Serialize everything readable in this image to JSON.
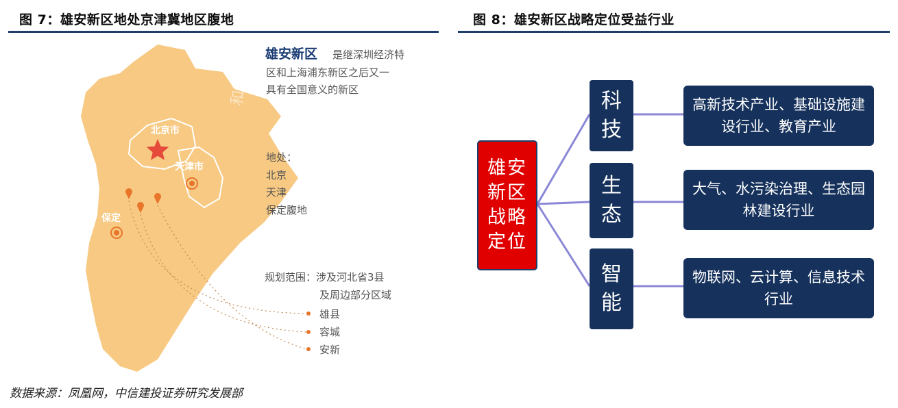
{
  "fig7": {
    "title": "图 7：雄安新区地处京津冀地区腹地",
    "map": {
      "headline": "雄安新区",
      "desc": [
        "是继深圳经济特",
        "区和上海浦东新区之后又一",
        "具有全国意义的新区"
      ],
      "watermark": "和讯",
      "cities": {
        "beijing": "北京市",
        "tianjin": "天津市",
        "baoding": "保定"
      },
      "location": [
        "地处：",
        "北京",
        "天津",
        "保定腹地"
      ],
      "scope": [
        "规划范围：涉及河北省3县",
        "及周边部分区域"
      ],
      "counties": [
        "雄县",
        "容城",
        "安新"
      ]
    }
  },
  "fig8": {
    "title": "图 8：雄安新区战略定位受益行业",
    "center": "雄安新区战略定位",
    "branches": [
      {
        "label": "科技",
        "detail": "高新技术产业、基础设施建设行业、教育产业"
      },
      {
        "label": "生态",
        "detail": "大气、水污染治理、生态园林建设行业"
      },
      {
        "label": "智能",
        "detail": "物联网、云计算、信息技术行业"
      }
    ]
  },
  "source": "数据来源：凤凰网，中信建投证券研究发展部",
  "colors": {
    "navy": "#16325c",
    "red": "#e00000",
    "line": "#8a87d6",
    "map_fill": "#f7c982",
    "accent": "#e8752a"
  }
}
